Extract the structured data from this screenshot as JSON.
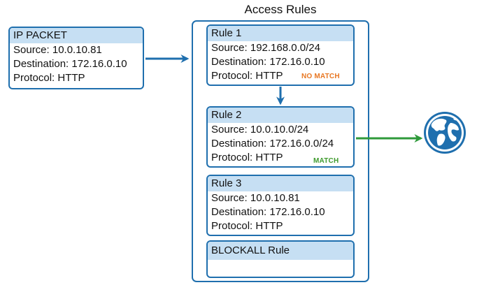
{
  "title": "Access Rules",
  "packet": {
    "header": "IP PACKET",
    "source": "Source: 10.0.10.81",
    "destination": "Destination: 172.16.0.10",
    "protocol": "Protocol: HTTP"
  },
  "rules": [
    {
      "header": "Rule 1",
      "source": "Source: 192.168.0.0/24",
      "destination": "Destination: 172.16.0.10",
      "protocol": "Protocol: HTTP",
      "status": "NO MATCH",
      "status_color": "#e87722"
    },
    {
      "header": "Rule 2",
      "source": "Source: 10.0.10.0/24",
      "destination": "Destination: 172.16.0.0/24",
      "protocol": "Protocol: HTTP",
      "status": "MATCH",
      "status_color": "#3f9b2e"
    },
    {
      "header": "Rule 3",
      "source": "Source: 10.0.10.81",
      "destination": "Destination: 172.16.0.10",
      "protocol": "Protocol: HTTP"
    },
    {
      "header": "BLOCKALL Rule"
    }
  ],
  "colors": {
    "border": "#1f6fae",
    "header_fill": "#c6dff3",
    "arrow_blue": "#1f6fae",
    "arrow_green": "#2e9a3a"
  },
  "icons": {
    "destination": "globe-icon"
  }
}
